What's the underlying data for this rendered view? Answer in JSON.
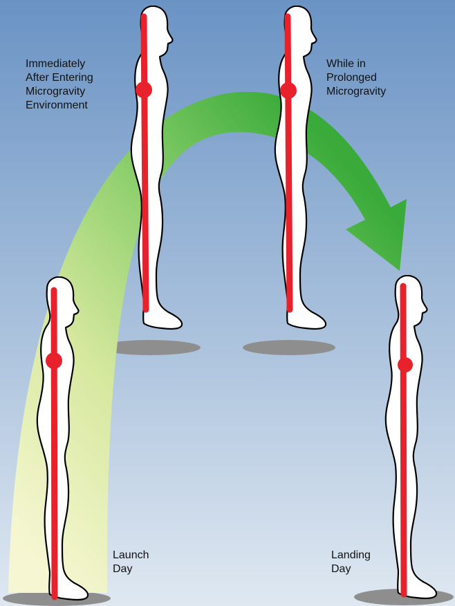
{
  "diagram": {
    "stages": [
      {
        "id": "launch",
        "lines": [
          "Launch",
          "Day"
        ]
      },
      {
        "id": "entering",
        "lines": [
          "Immediately",
          "After Entering",
          "Microgravity",
          "Environment"
        ]
      },
      {
        "id": "prolonged",
        "lines": [
          "While in",
          "Prolonged",
          "Microgravity"
        ]
      },
      {
        "id": "landing",
        "lines": [
          "Landing",
          "Day"
        ]
      }
    ]
  },
  "colors": {
    "sky_top": "#6a93c4",
    "sky_bottom": "#dfe8f1",
    "spine": "#e8222c",
    "shadow": "#8e8e8e",
    "arrow_light": "#f4f5c6",
    "arrow_green": "#3aab3a"
  }
}
